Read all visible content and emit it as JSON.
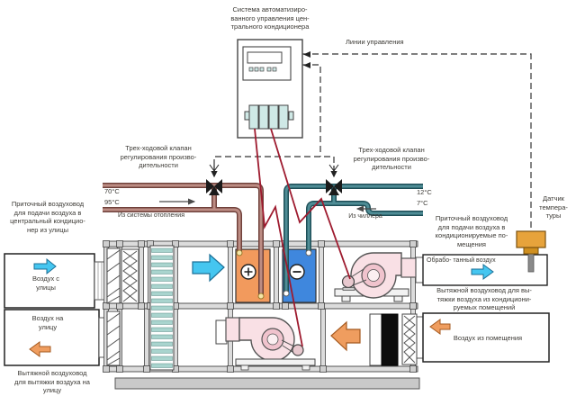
{
  "labels": {
    "controller": "Система автоматизиро-\nванного управления цен-\nтрального кондиционера",
    "control_lines": "Линии управления",
    "valve_left": "Трех-ходовой клапан\nрегулирования произво-\nдительности",
    "valve_right": "Трех-ходовой клапан\nрегулирования произво-\nдительности",
    "temp_heating_return": "70°С",
    "temp_heating_supply": "95°С",
    "from_heating": "Из системы отопления",
    "temp_chilled_return": "12°С",
    "temp_chilled_supply": "7°С",
    "from_chiller": "Из чиллера",
    "supply_duct_left": "Приточный воздуховод\nдля подачи воздуха в\nцентральный кондицио-\nнер из улицы",
    "air_from_street": "Воздух с\nулицы",
    "air_to_street": "Воздух на\nулицу",
    "exhaust_duct_left": "Вытяжной воздуховод\nдля вытяжки воздуха на\nулицу",
    "supply_duct_right": "Приточный воздуховод\nдля подачи воздуха в\nкондиционируемые по-\nмещения",
    "processed_air": "Обрабо- танный воздух",
    "exhaust_duct_right": "Вытяжной воздуховод для вы-\nтяжки воздуха из кондициони-\nруемых помещений",
    "air_from_room": "Воздух из помещения",
    "temp_sensor": "Датчик\nтемпера-\nтуры"
  },
  "symbols": {
    "heater_sign": "+",
    "cooler_sign": "−"
  },
  "colors": {
    "heating_pipe_casing": "#70413b",
    "heating_pipe_core": "#bd8d84",
    "chilled_pipe_casing": "#1d4e57",
    "chilled_pipe_core": "#4f8d96",
    "control_wire": "#9e1b2f",
    "heater_coil": "#f29a5d",
    "cooler_coil": "#3f87dd",
    "supply_arrow": "#45c6f0",
    "exhaust_arrow": "#ef9d5f",
    "fan_body": "#f9e0e5",
    "wheel_stripe": "#a9d4ce",
    "sensor_body": "#e7a33b"
  }
}
